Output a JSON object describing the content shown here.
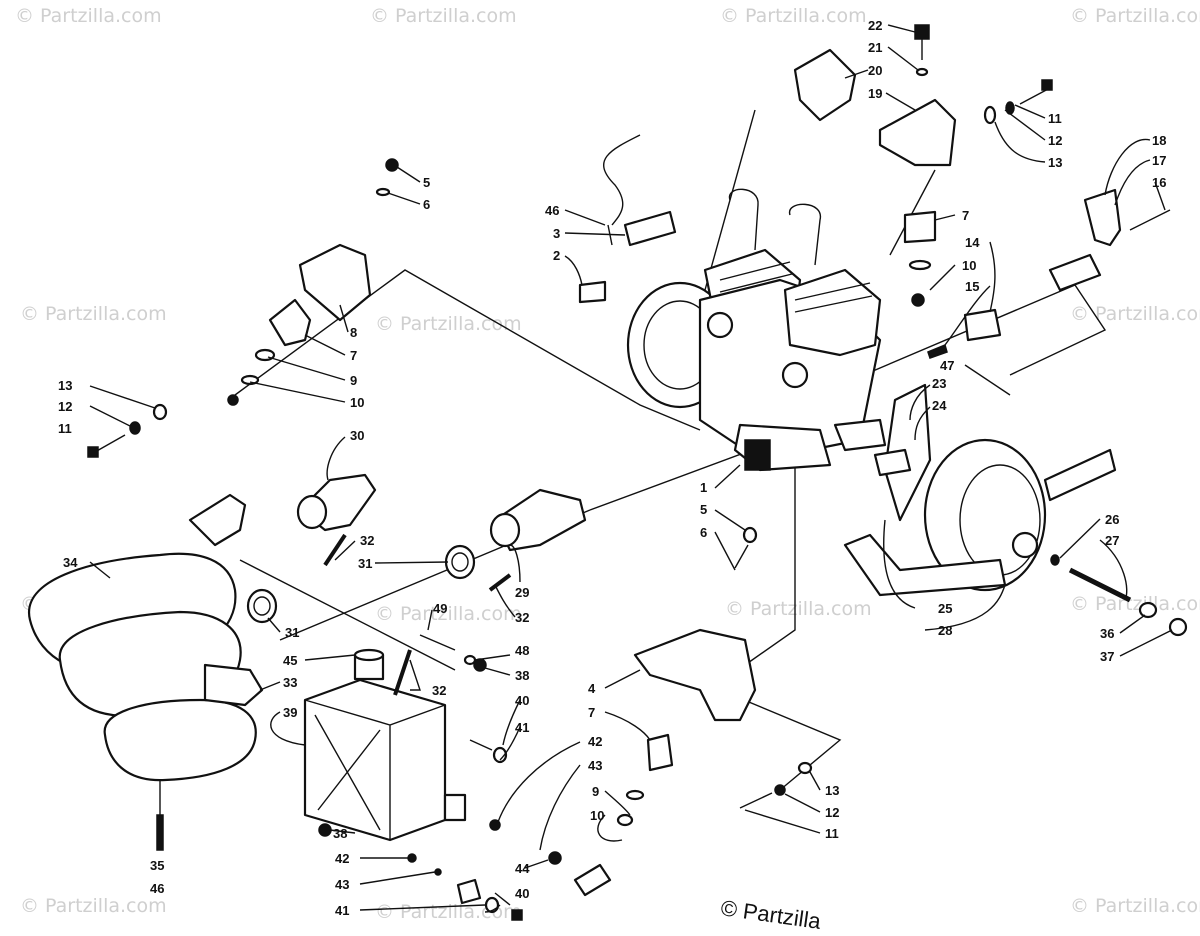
{
  "watermark_text": "© Partzilla.com",
  "credit_text": "© Partzilla",
  "callouts": [
    {
      "label": "22"
    },
    {
      "label": "21"
    },
    {
      "label": "20"
    },
    {
      "label": "19"
    },
    {
      "label": "11"
    },
    {
      "label": "12"
    },
    {
      "label": "13"
    },
    {
      "label": "18"
    },
    {
      "label": "17"
    },
    {
      "label": "16"
    },
    {
      "label": "5"
    },
    {
      "label": "6"
    },
    {
      "label": "46"
    },
    {
      "label": "3"
    },
    {
      "label": "2"
    },
    {
      "label": "7"
    },
    {
      "label": "10"
    },
    {
      "label": "14"
    },
    {
      "label": "15"
    },
    {
      "label": "8"
    },
    {
      "label": "7"
    },
    {
      "label": "9"
    },
    {
      "label": "10"
    },
    {
      "label": "13"
    },
    {
      "label": "12"
    },
    {
      "label": "11"
    },
    {
      "label": "47"
    },
    {
      "label": "23"
    },
    {
      "label": "24"
    },
    {
      "label": "30"
    },
    {
      "label": "1"
    },
    {
      "label": "5"
    },
    {
      "label": "6"
    },
    {
      "label": "26"
    },
    {
      "label": "27"
    },
    {
      "label": "34"
    },
    {
      "label": "32"
    },
    {
      "label": "31"
    },
    {
      "label": "29"
    },
    {
      "label": "32"
    },
    {
      "label": "31"
    },
    {
      "label": "25"
    },
    {
      "label": "28"
    },
    {
      "label": "36"
    },
    {
      "label": "37"
    },
    {
      "label": "49"
    },
    {
      "label": "45"
    },
    {
      "label": "48"
    },
    {
      "label": "38"
    },
    {
      "label": "33"
    },
    {
      "label": "32"
    },
    {
      "label": "4"
    },
    {
      "label": "39"
    },
    {
      "label": "40"
    },
    {
      "label": "41"
    },
    {
      "label": "42"
    },
    {
      "label": "7"
    },
    {
      "label": "43"
    },
    {
      "label": "13"
    },
    {
      "label": "12"
    },
    {
      "label": "11"
    },
    {
      "label": "9"
    },
    {
      "label": "10"
    },
    {
      "label": "38"
    },
    {
      "label": "42"
    },
    {
      "label": "44"
    },
    {
      "label": "43"
    },
    {
      "label": "35"
    },
    {
      "label": "46"
    },
    {
      "label": "40"
    },
    {
      "label": "41"
    }
  ]
}
